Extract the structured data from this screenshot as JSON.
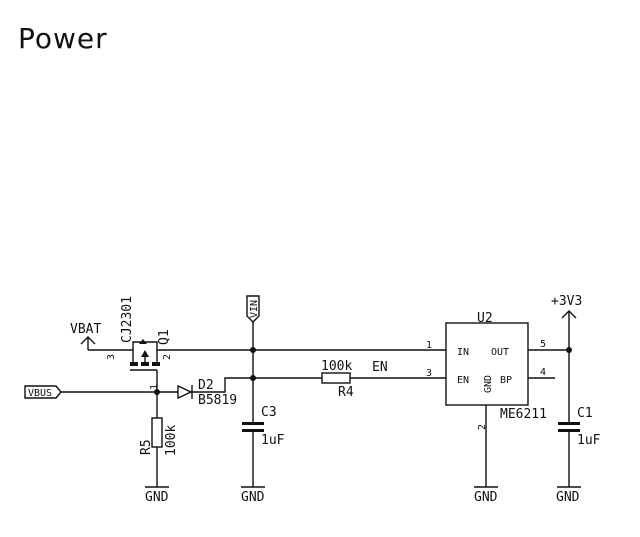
{
  "title": "Power",
  "nets": {
    "vbat": "VBAT",
    "vbus": "VBUS",
    "vin": "VIN",
    "v3v3": "+3V3",
    "en": "EN",
    "gnd": "GND"
  },
  "q1": {
    "ref": "Q1",
    "value": "CJ2301",
    "pins": [
      "1",
      "2",
      "3"
    ]
  },
  "d2": {
    "ref": "D2",
    "value": "B5819"
  },
  "r5": {
    "ref": "R5",
    "value": "100k"
  },
  "r4": {
    "ref": "R4",
    "value": "100k"
  },
  "c3": {
    "ref": "C3",
    "value": "1uF"
  },
  "c1": {
    "ref": "C1",
    "value": "1uF"
  },
  "u2": {
    "ref": "U2",
    "value": "ME6211",
    "pin_names": {
      "in": "IN",
      "out": "OUT",
      "en": "EN",
      "gnd": "GND",
      "bp": "BP"
    },
    "pins": {
      "in": "1",
      "gnd": "2",
      "en": "3",
      "bp": "4",
      "out": "5"
    }
  }
}
